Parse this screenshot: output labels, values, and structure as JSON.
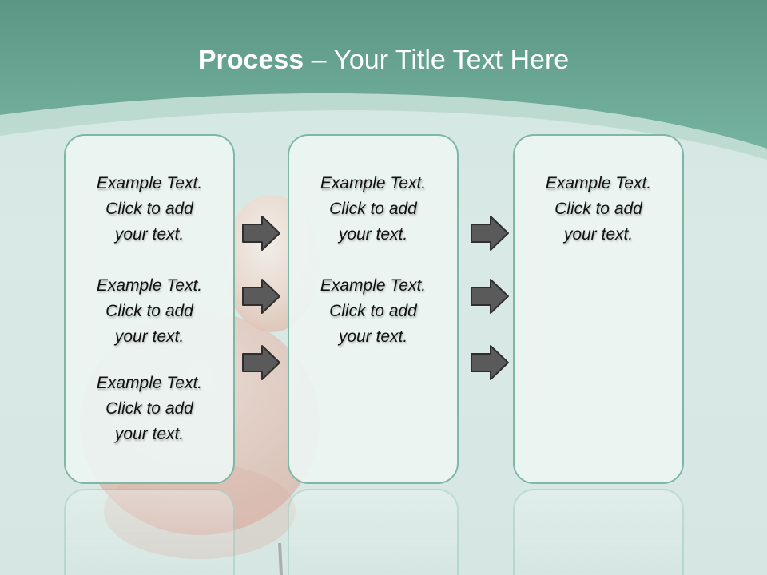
{
  "slide": {
    "title_bold": "Process",
    "title_rest": " – Your Title Text Here",
    "columns": [
      {
        "items": [
          {
            "line1": "Example Text.",
            "line2": "Click  to add",
            "line3": "your text."
          },
          {
            "line1": "Example Text.",
            "line2": "Click  to add",
            "line3": "your text."
          },
          {
            "line1": "Example Text.",
            "line2": "Click  to add",
            "line3": "your text."
          }
        ]
      },
      {
        "items": [
          {
            "line1": "Example Text.",
            "line2": "Click  to add",
            "line3": "your text."
          },
          {
            "line1": "Example Text.",
            "line2": "Click  to add",
            "line3": "your text."
          }
        ]
      },
      {
        "items": [
          {
            "line1": "Example Text.",
            "line2": "Click  to add",
            "line3": "your text."
          }
        ]
      }
    ]
  },
  "colors": {
    "header": "#5f9e8b",
    "header_light": "#7fb8a5",
    "box_border": "#7fb7a7",
    "arrow_fill": "#5a5a5a"
  },
  "icons": [
    "arrow-right-icon"
  ]
}
